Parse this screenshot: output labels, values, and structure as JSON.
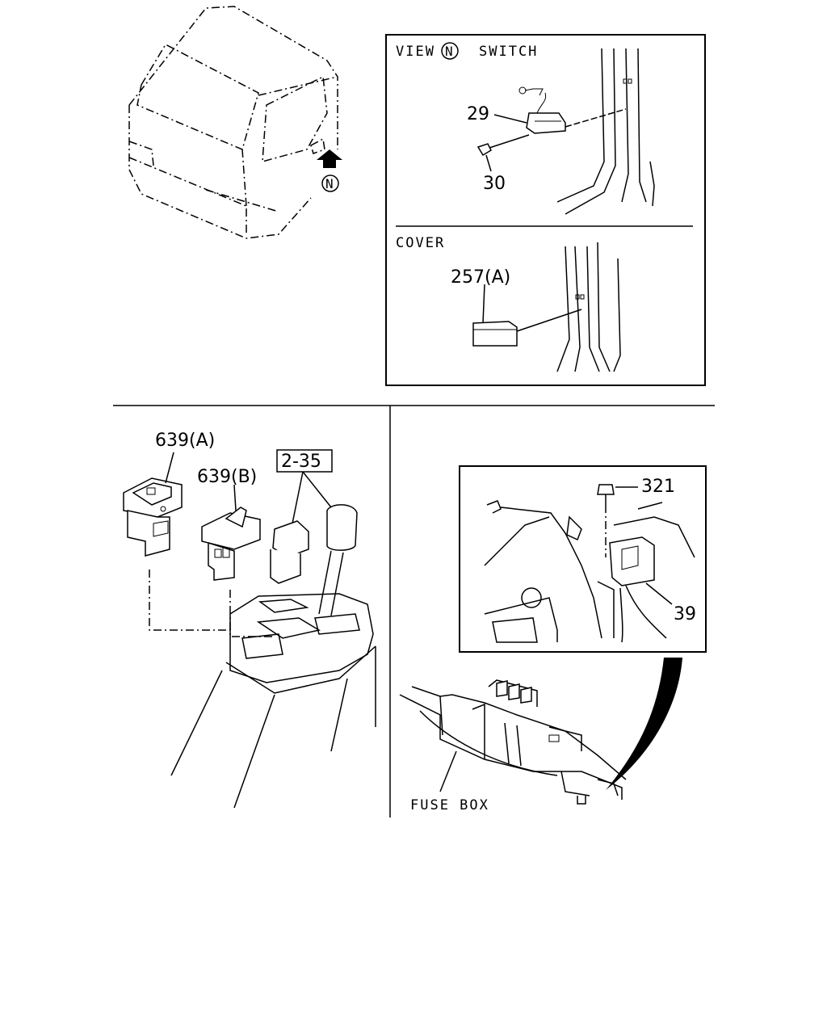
{
  "view_panel": {
    "title_prefix": "VIEW",
    "view_letter": "N",
    "title_suffix": "SWITCH",
    "cover_title": "COVER"
  },
  "cab": {
    "view_arrow_letter": "N"
  },
  "labels": {
    "p29": "29",
    "p30": "30",
    "p257a": "257(A)",
    "p639a": "639(A)",
    "p639b": "639(B)",
    "p2_35": "2-35",
    "p321": "321",
    "p39": "39",
    "fuse_box": "FUSE BOX"
  }
}
